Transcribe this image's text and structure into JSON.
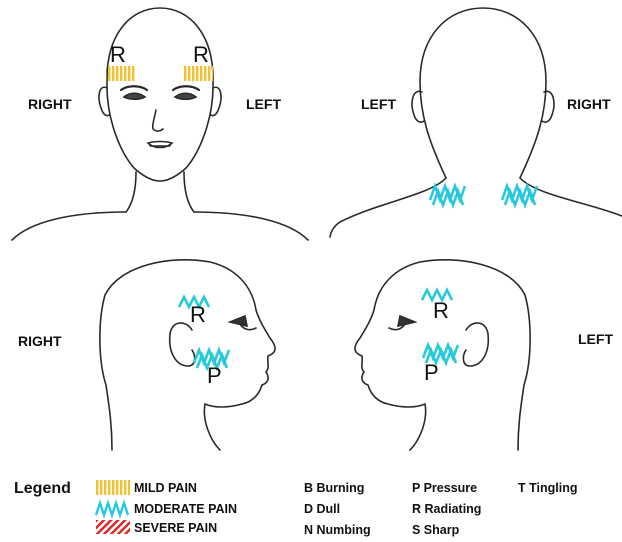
{
  "labels": {
    "front_right": "RIGHT",
    "front_left": "LEFT",
    "back_left": "LEFT",
    "back_right": "RIGHT",
    "side_right": "RIGHT",
    "side_left": "LEFT"
  },
  "letters": {
    "front_right_temple": "R",
    "front_left_temple": "R",
    "right_profile_temple": "R",
    "right_profile_jaw": "P",
    "left_profile_temple": "R",
    "left_profile_jaw": "P"
  },
  "legend": {
    "title": "Legend",
    "items": [
      {
        "label": "MILD PAIN",
        "pattern": "vertical-lines",
        "color": "#f2c12e"
      },
      {
        "label": "MODERATE PAIN",
        "pattern": "zigzag",
        "color": "#27c9dc"
      },
      {
        "label": "SEVERE PAIN",
        "pattern": "diagonal-lines",
        "color": "#e02828"
      }
    ],
    "codes": [
      [
        "B Burning",
        "D Dull",
        "N Numbing"
      ],
      [
        "P Pressure",
        "R Radiating",
        "S Sharp"
      ],
      [
        "T Tingling"
      ]
    ]
  }
}
